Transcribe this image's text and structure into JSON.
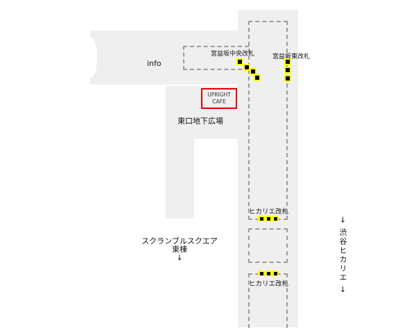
{
  "labels": {
    "info": "info",
    "cafe_line1": "UPRIGHT",
    "cafe_line2": "CAFE",
    "plaza": "東口地下広場",
    "miyamasuzaka_central_gate": "宮益坂中央改札",
    "miyamasuzaka_east_gate": "宮益坂東改札",
    "hikarie_gate_upper": "ヒカリエ改札",
    "hikarie_gate_lower": "ヒカリエ改札",
    "scramble_line1": "スクランブルスクエア",
    "scramble_line2": "東棟",
    "scramble_arrow": "↓",
    "hikarie_direction": "→ 渋谷ヒカリエ →"
  },
  "colors": {
    "floor": "#efefef",
    "gate": "#ffff00",
    "cafe_highlight": "#e00000"
  }
}
